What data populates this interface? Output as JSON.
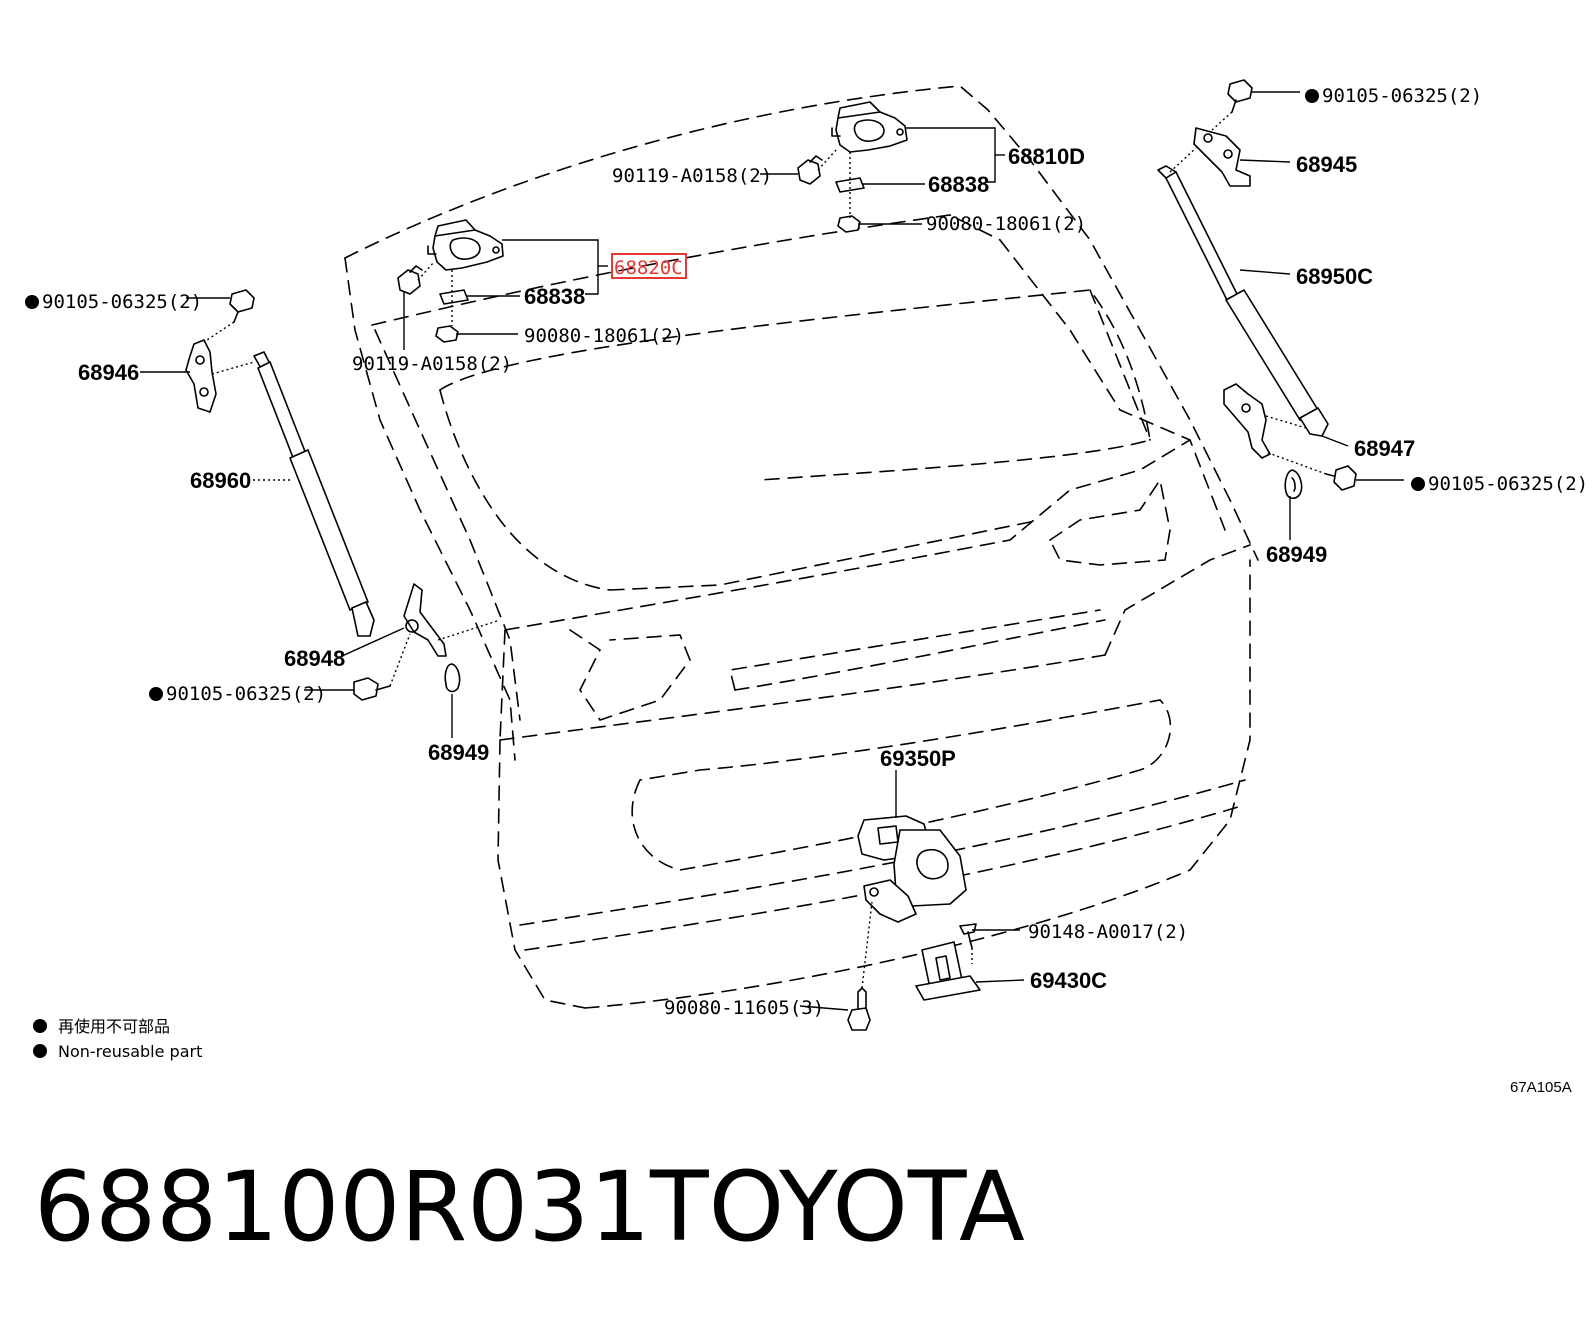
{
  "diagram": {
    "labels": {
      "p68810D": "68810D",
      "p68838_top": "68838",
      "p90119_top": "90119-A0158(2)",
      "p90080_top": "90080-18061(2)",
      "p68820": "68820C",
      "p68838_left": "68838",
      "p90080_left": "90080-18061(2)",
      "p90119_left": "90119-A0158(2)",
      "p90105_tr": "90105-06325(2)",
      "p68945": "68945",
      "p68950C": "68950C",
      "p68947": "68947",
      "p90105_r": "90105-06325(2)",
      "p68949_r": "68949",
      "p90105_tl": "90105-06325(2)",
      "p68946": "68946",
      "p68960": "68960",
      "p68948": "68948",
      "p90105_l": "90105-06325(2)",
      "p68949_l": "68949",
      "p69350P": "69350P",
      "p90148": "90148-A0017(2)",
      "p69430C": "69430C",
      "p90080_b": "90080-11605(3)"
    },
    "legend": {
      "jp": "再使用不可部品",
      "en": "Non-reusable part"
    },
    "code": "67A105A"
  },
  "caption": {
    "part_number": "688100R031",
    "brand": "TOYOTA"
  },
  "colors": {
    "line": "#000000",
    "highlight": "#e53935"
  }
}
